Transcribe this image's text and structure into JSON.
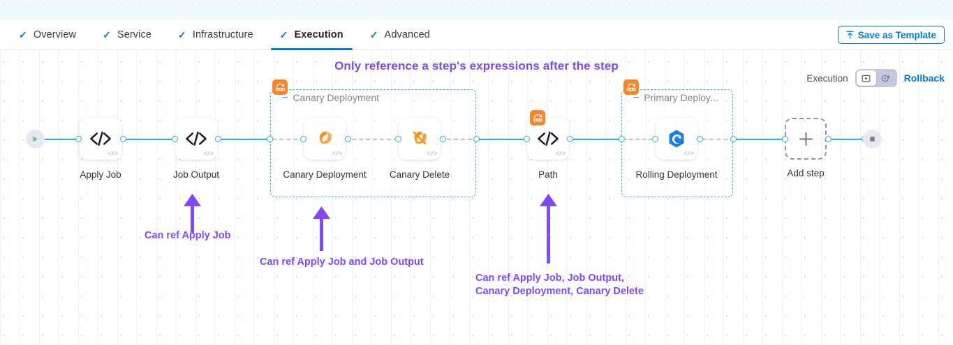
{
  "tabs": [
    {
      "label": "Overview",
      "icon": "check-icon",
      "active": false
    },
    {
      "label": "Service",
      "icon": "check-icon",
      "active": false
    },
    {
      "label": "Infrastructure",
      "icon": "check-icon",
      "active": false
    },
    {
      "label": "Execution",
      "icon": "check-icon",
      "active": true
    },
    {
      "label": "Advanced",
      "icon": "check-icon",
      "active": false
    }
  ],
  "toolbar": {
    "save_template_label": "Save as Template",
    "save_template_icon": "upload-icon"
  },
  "headline": "Only reference a step's expressions after the step",
  "exec_controls": {
    "label": "Execution",
    "toggle_left_icon": "play-box-icon",
    "toggle_right_icon": "play-circle-icon",
    "rollback_label": "Rollback"
  },
  "pipeline": {
    "start_icon": "play-icon",
    "end_icon": "stop-icon",
    "add_step_label": "Add step",
    "add_step_icon": "plus-icon",
    "steps": [
      {
        "name": "Apply Job",
        "icon": "code-icon"
      },
      {
        "name": "Job Output",
        "icon": "code-icon"
      },
      {
        "name": "Canary Deployment",
        "icon": "canary-bird-icon"
      },
      {
        "name": "Canary Delete",
        "icon": "canary-delete-icon"
      },
      {
        "name": "Path",
        "icon": "code-icon",
        "badge": "step-group-icon"
      },
      {
        "name": "Rolling Deployment",
        "icon": "rolling-deploy-icon"
      }
    ],
    "groups": [
      {
        "label": "Canary Deployment",
        "badge": "step-group-icon"
      },
      {
        "label": "Primary Deploy...",
        "badge": "step-group-icon"
      }
    ]
  },
  "annotations": [
    {
      "text": "Can ref Apply Job"
    },
    {
      "text": "Can ref Apply Job and Job Output"
    },
    {
      "text": "Can ref Apply Job, Job Output,\nCanary Deployment, Canary Delete"
    }
  ],
  "colors": {
    "accent_blue": "#0278d5",
    "edge_blue": "#29b0e8",
    "purple": "#8148f5",
    "orange": "#f7852a",
    "group_border": "#35b6ef"
  }
}
